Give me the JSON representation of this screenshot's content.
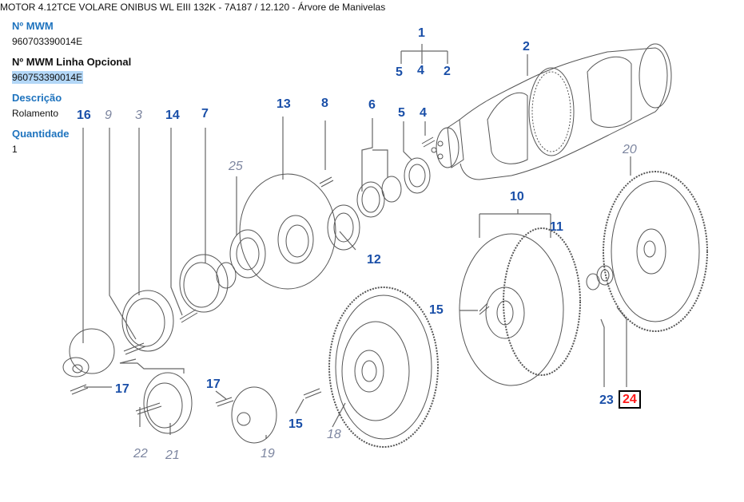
{
  "header": {
    "title": "MOTOR 4.12TCE VOLARE ONIBUS WL EIII 132K - 7A187  /  12.120 - Árvore de Manivelas"
  },
  "info": {
    "mwm_label": "Nº MWM",
    "mwm_value": "960703390014E",
    "optional_label": "Nº MWM Linha Opcional",
    "optional_value": "960753390014E",
    "description_label": "Descrição",
    "description_value": "Rolamento",
    "quantity_label": "Quantidade",
    "quantity_value": "1"
  },
  "colors": {
    "label_blue": "#1a4fa8",
    "label_gray": "#7d86a0",
    "highlight_red": "#ff1a1a",
    "field_label_blue": "#1e73be",
    "selection": "#b3d7f7"
  },
  "diagram": {
    "selected_part": "24",
    "callouts": [
      {
        "id": "c1",
        "text": "1",
        "style": "main"
      },
      {
        "id": "c5a",
        "text": "5",
        "style": "main"
      },
      {
        "id": "c4a",
        "text": "4",
        "style": "main"
      },
      {
        "id": "c2a",
        "text": "2",
        "style": "main"
      },
      {
        "id": "c2",
        "text": "2",
        "style": "main"
      },
      {
        "id": "c16",
        "text": "16",
        "style": "main"
      },
      {
        "id": "c9",
        "text": "9",
        "style": "opt"
      },
      {
        "id": "c3",
        "text": "3",
        "style": "opt"
      },
      {
        "id": "c14",
        "text": "14",
        "style": "main"
      },
      {
        "id": "c7",
        "text": "7",
        "style": "main"
      },
      {
        "id": "c13",
        "text": "13",
        "style": "main"
      },
      {
        "id": "c8",
        "text": "8",
        "style": "main"
      },
      {
        "id": "c6",
        "text": "6",
        "style": "main"
      },
      {
        "id": "c5",
        "text": "5",
        "style": "main"
      },
      {
        "id": "c4",
        "text": "4",
        "style": "main"
      },
      {
        "id": "c25",
        "text": "25",
        "style": "opt"
      },
      {
        "id": "c12",
        "text": "12",
        "style": "main"
      },
      {
        "id": "c10",
        "text": "10",
        "style": "main"
      },
      {
        "id": "c11",
        "text": "11",
        "style": "main"
      },
      {
        "id": "c20",
        "text": "20",
        "style": "opt"
      },
      {
        "id": "c15a",
        "text": "15",
        "style": "main"
      },
      {
        "id": "c17a",
        "text": "17",
        "style": "main"
      },
      {
        "id": "c17b",
        "text": "17",
        "style": "main"
      },
      {
        "id": "c15b",
        "text": "15",
        "style": "main"
      },
      {
        "id": "c18",
        "text": "18",
        "style": "opt"
      },
      {
        "id": "c22",
        "text": "22",
        "style": "opt"
      },
      {
        "id": "c21",
        "text": "21",
        "style": "opt"
      },
      {
        "id": "c19",
        "text": "19",
        "style": "opt"
      },
      {
        "id": "c23",
        "text": "23",
        "style": "main"
      },
      {
        "id": "c24",
        "text": "24",
        "style": "hl"
      }
    ]
  }
}
